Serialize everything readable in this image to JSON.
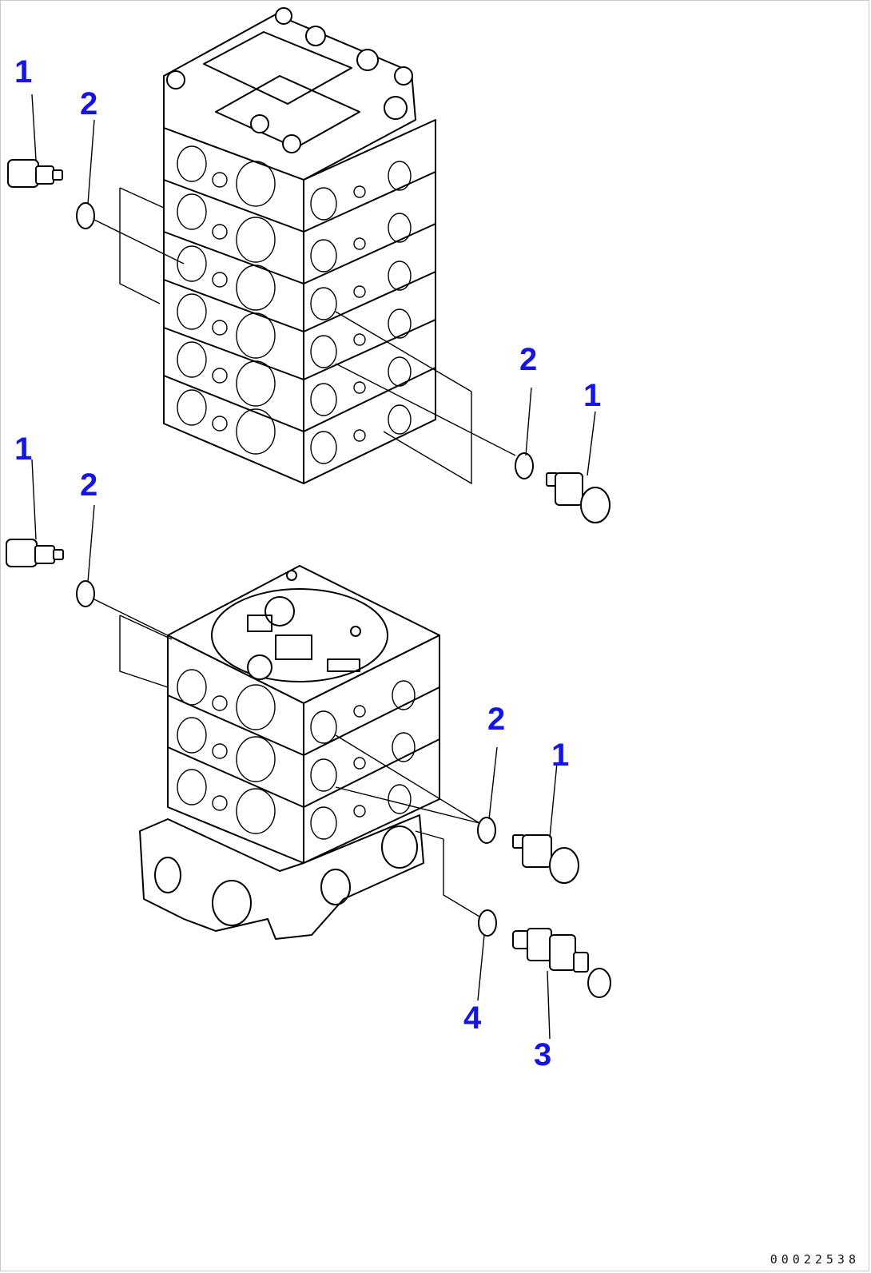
{
  "diagram": {
    "callouts": [
      {
        "id": "c1a",
        "text": "1"
      },
      {
        "id": "c2a",
        "text": "2"
      },
      {
        "id": "c2b",
        "text": "2"
      },
      {
        "id": "c1b",
        "text": "1"
      },
      {
        "id": "c1c",
        "text": "1"
      },
      {
        "id": "c2c",
        "text": "2"
      },
      {
        "id": "c2d",
        "text": "2"
      },
      {
        "id": "c1d",
        "text": "1"
      },
      {
        "id": "c4",
        "text": "4"
      },
      {
        "id": "c3",
        "text": "3"
      }
    ],
    "document_number": "00022538",
    "colors": {
      "callout": "#1414e6",
      "line": "#000000",
      "frame": "#c8c8c8"
    }
  }
}
